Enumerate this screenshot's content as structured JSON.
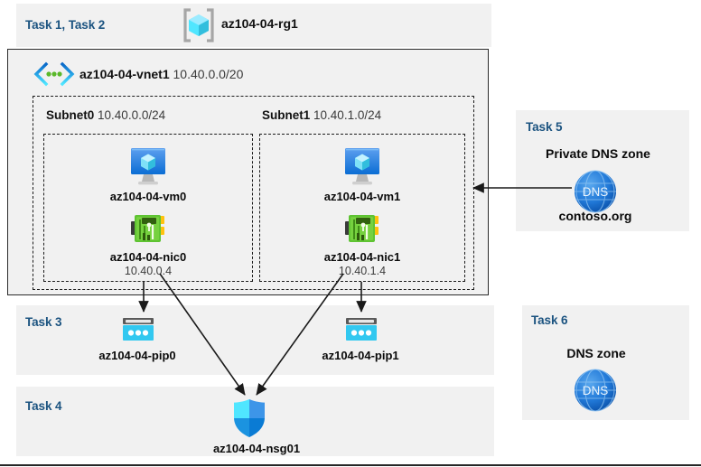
{
  "diagram": {
    "title_region": {
      "task_label": "Task 1, Task 2",
      "resource_group_name": "az104-04-rg1",
      "resource_group_icon": "resource-group-cube-icon"
    },
    "vnet": {
      "icon": "virtual-network-icon",
      "name": "az104-04-vnet1",
      "address_space": "10.40.0.0/20"
    },
    "subnets": [
      {
        "name": "Subnet0",
        "cidr": "10.40.0.0/24",
        "vm": {
          "icon": "virtual-machine-icon",
          "name": "az104-04-vm0"
        },
        "nic": {
          "icon": "network-interface-icon",
          "name": "az104-04-nic0",
          "private_ip": "10.40.0.4"
        }
      },
      {
        "name": "Subnet1",
        "cidr": "10.40.1.0/24",
        "vm": {
          "icon": "virtual-machine-icon",
          "name": "az104-04-vm1"
        },
        "nic": {
          "icon": "network-interface-icon",
          "name": "az104-04-nic1",
          "private_ip": "10.40.1.4"
        }
      }
    ],
    "task3": {
      "task_label": "Task 3",
      "public_ips": [
        {
          "icon": "public-ip-address-icon",
          "name": "az104-04-pip0"
        },
        {
          "icon": "public-ip-address-icon",
          "name": "az104-04-pip1"
        }
      ]
    },
    "task4": {
      "task_label": "Task 4",
      "nsg": {
        "icon": "network-security-group-shield-icon",
        "name": "az104-04-nsg01"
      }
    },
    "task5": {
      "task_label": "Task 5",
      "heading": "Private DNS zone",
      "icon": "dns-globe-icon",
      "icon_text": "DNS",
      "zone_name": "contoso.org"
    },
    "task6": {
      "task_label": "Task 6",
      "heading": "DNS zone",
      "icon": "dns-globe-icon",
      "icon_text": "DNS"
    },
    "colors": {
      "panel_bg": "#f1f1f1",
      "task_text": "#1b5380",
      "vnet_border": "#2b2b2b",
      "azure_blue": "#0078d4",
      "cyan": "#32c8f0",
      "nic_green": "#5ec332",
      "dns_blue": "#1e78d7",
      "arrow": "#1a1a1a"
    }
  }
}
